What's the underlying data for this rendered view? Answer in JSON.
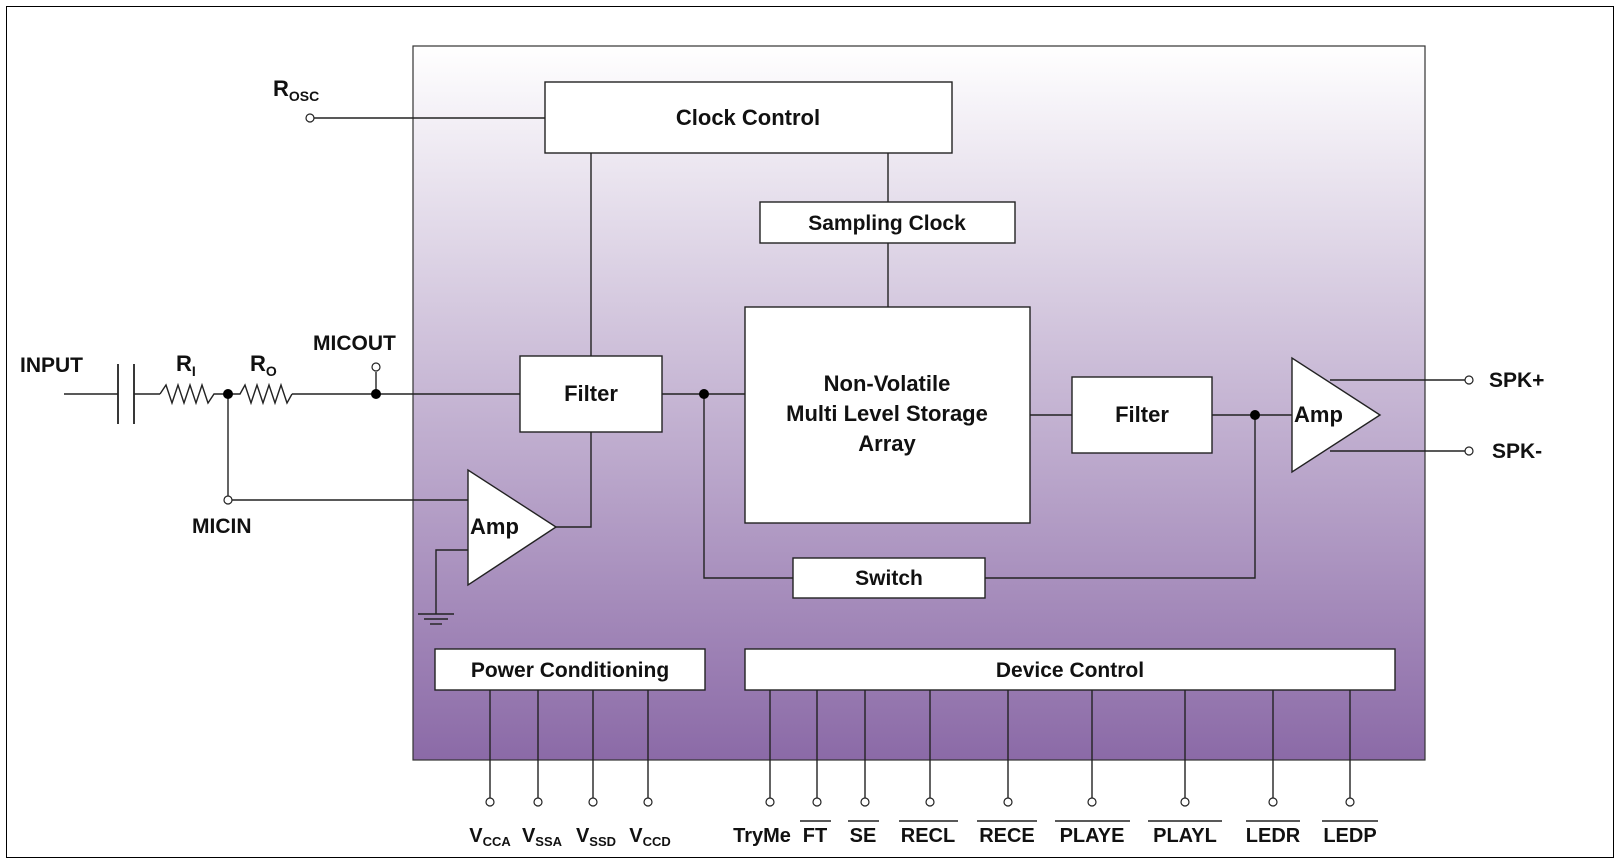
{
  "blocks": {
    "clock_control": "Clock Control",
    "sampling_clock": "Sampling Clock",
    "storage_line1": "Non-Volatile",
    "storage_line2": "Multi Level Storage",
    "storage_line3": "Array",
    "filter_in": "Filter",
    "filter_out": "Filter",
    "amp_mic": "Amp",
    "amp_out": "Amp",
    "switch": "Switch",
    "power_conditioning": "Power Conditioning",
    "device_control": "Device Control"
  },
  "signals": {
    "rosc_main": "R",
    "rosc_sub": "OSC",
    "input": "INPUT",
    "ri_main": "R",
    "ri_sub": "I",
    "ro_main": "R",
    "ro_sub": "O",
    "micout": "MICOUT",
    "micin": "MICIN",
    "spk_plus": "SPK+",
    "spk_minus": "SPK-"
  },
  "power_pins": [
    {
      "main": "V",
      "sub": "CCA"
    },
    {
      "main": "V",
      "sub": "SSA"
    },
    {
      "main": "V",
      "sub": "SSD"
    },
    {
      "main": "V",
      "sub": "CCD"
    }
  ],
  "control_pins": [
    {
      "label": "TryMe",
      "active_low": false
    },
    {
      "label": "FT",
      "active_low": true
    },
    {
      "label": "SE",
      "active_low": true
    },
    {
      "label": "RECL",
      "active_low": true
    },
    {
      "label": "RECE",
      "active_low": true
    },
    {
      "label": "PLAYE",
      "active_low": true
    },
    {
      "label": "PLAYL",
      "active_low": true
    },
    {
      "label": "LEDR",
      "active_low": true
    },
    {
      "label": "LEDP",
      "active_low": true
    }
  ],
  "colors": {
    "chip_top": "#ffffff",
    "chip_bottom": "#8b6aa7"
  }
}
